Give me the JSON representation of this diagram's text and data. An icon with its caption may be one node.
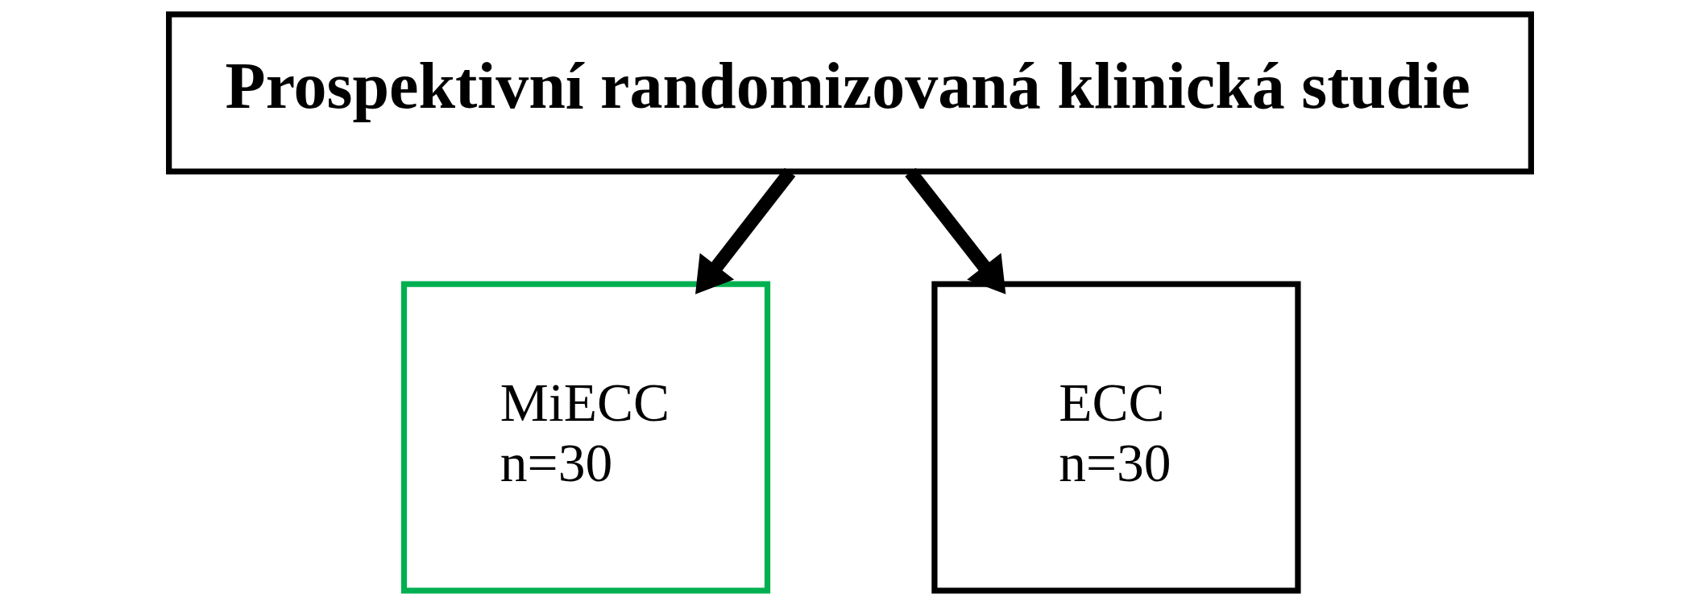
{
  "diagram": {
    "nodes": [
      {
        "text": [
          "Prospektivní randomizovaná klinická studie"
        ]
      },
      {
        "text": [
          "MiECC n=30"
        ]
      },
      {
        "text": [
          "ECC n=30"
        ]
      }
    ],
    "edges": [
      {
        "from": 0,
        "to": 1,
        "arrow": "to"
      },
      {
        "from": 0,
        "to": 2,
        "arrow": "to"
      }
    ]
  }
}
